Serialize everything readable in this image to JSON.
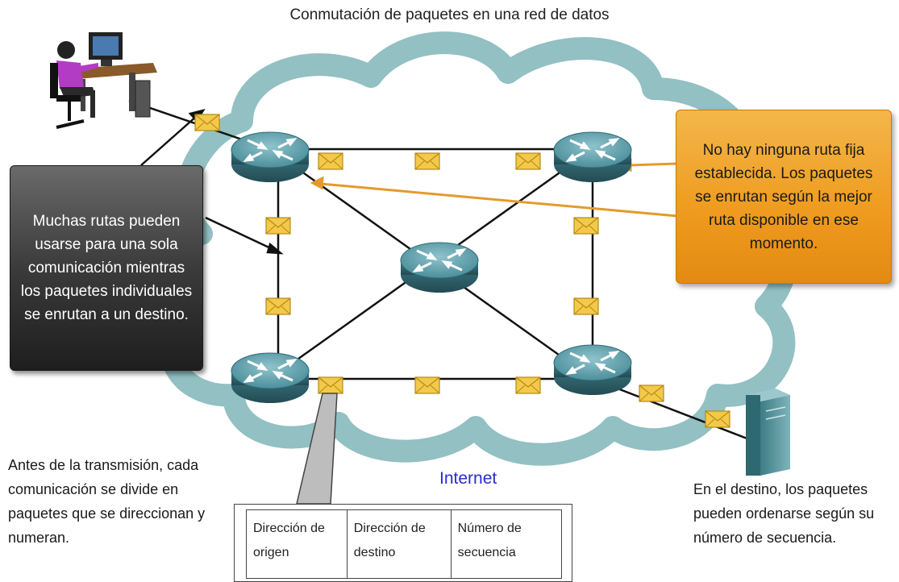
{
  "title": "Conmutación de paquetes en una red de datos",
  "callout_left": "Muchas rutas pueden usarse para una sola comunicación mientras los paquetes individuales se enrutan a un destino.",
  "callout_right": "No hay ninguna ruta fija establecida. Los paquetes se enrutan según la mejor ruta disponible en ese momento.",
  "note_left": "Antes de la transmisión, cada comunicación se divide en paquetes que se direccionan y numeran.",
  "note_right": "En el destino, los paquetes pueden ordenarse según su número de secuencia.",
  "cloud_label": "Internet",
  "packet_header": {
    "fields": [
      "Dirección de origen",
      "Dirección de destino",
      "Número de secuencia"
    ]
  },
  "colors": {
    "cloud": "#86b9bd",
    "router": "#3f7f8b",
    "envelope": "#f3c94a",
    "callout_orange": "#ef9d20",
    "callout_dark": "#3b3b3b",
    "cloud_label": "#2a2ad0"
  },
  "icons": [
    "user-workstation-icon",
    "router-icon",
    "envelope-icon",
    "server-icon"
  ]
}
